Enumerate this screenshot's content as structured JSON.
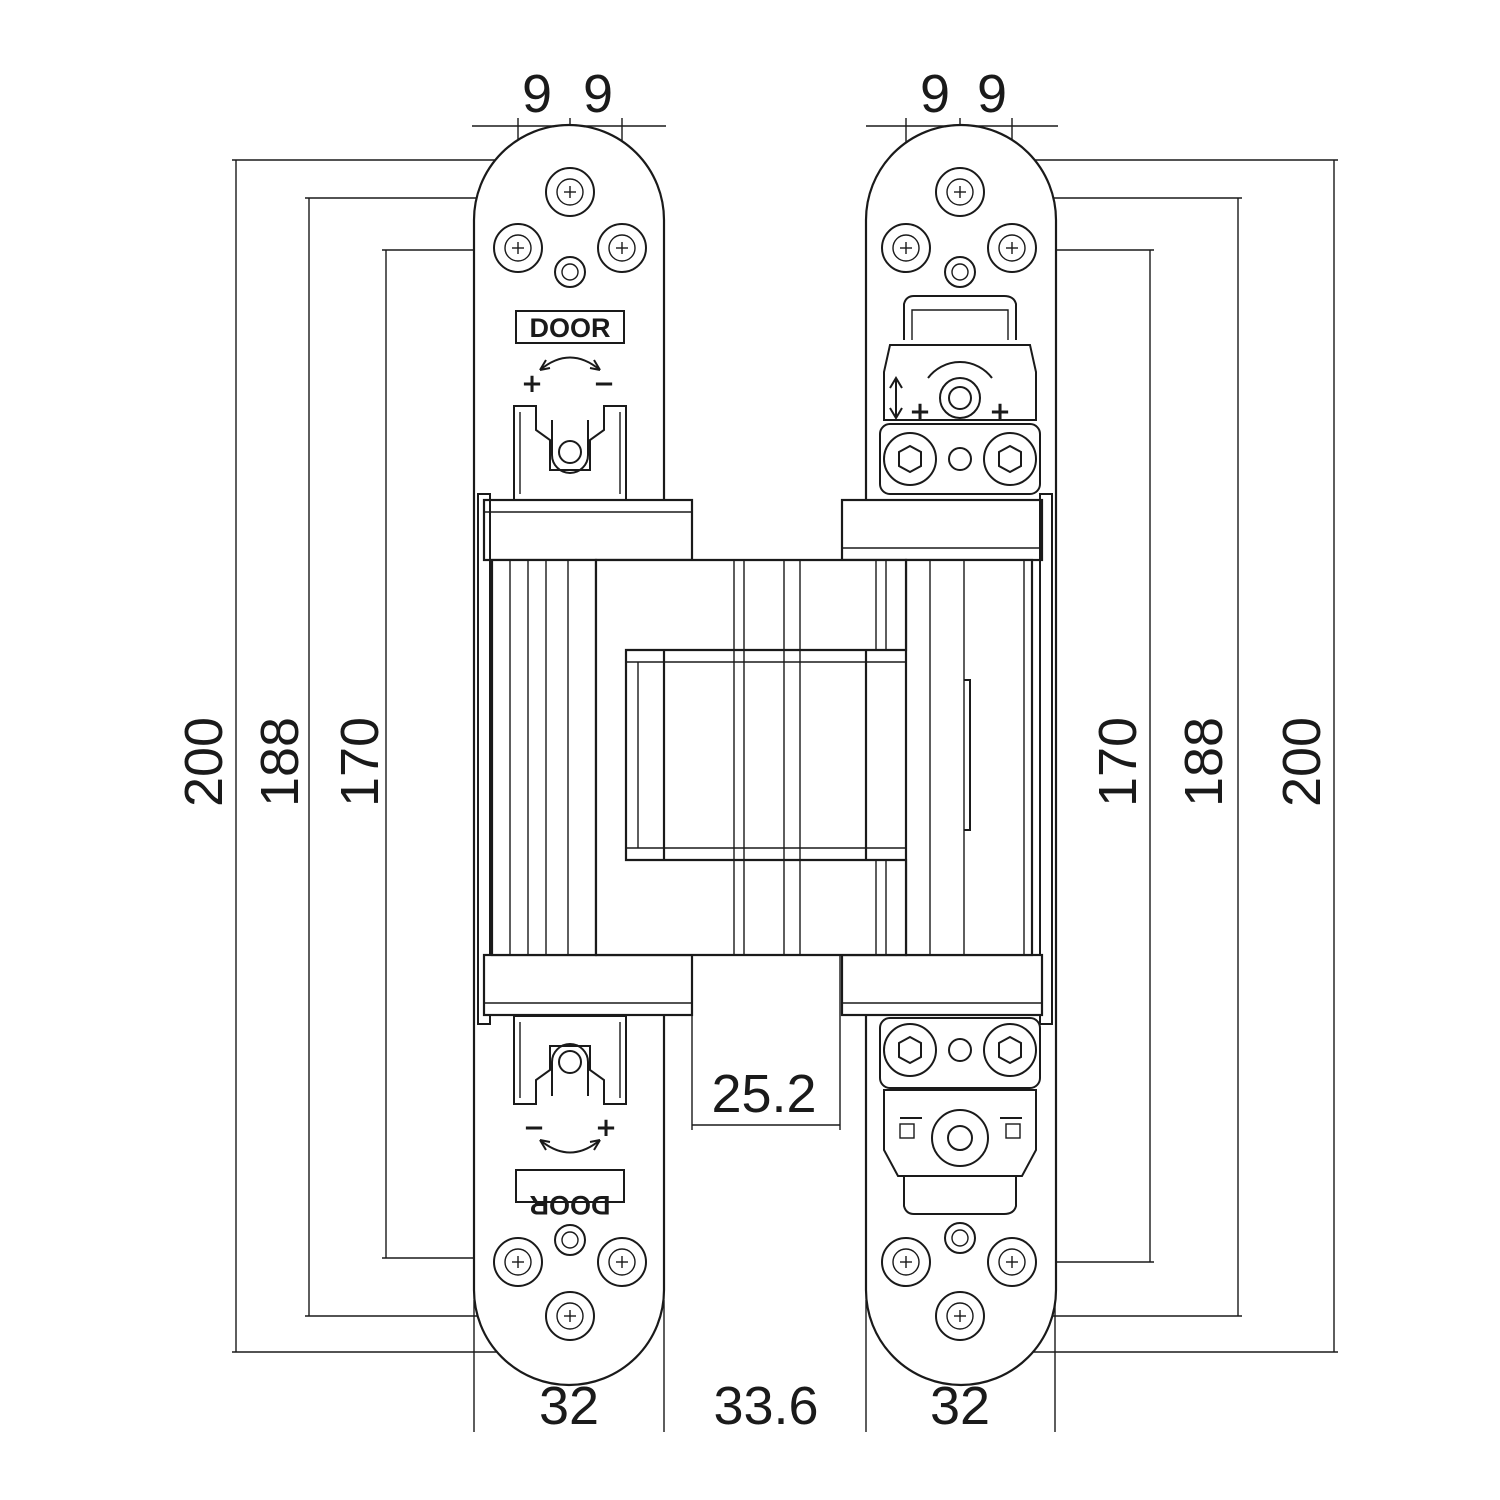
{
  "dimensions": {
    "top_spacing": [
      "9",
      "9",
      "9",
      "9"
    ],
    "left_heights": [
      "200",
      "188",
      "170"
    ],
    "right_heights": [
      "170",
      "188",
      "200"
    ],
    "center_gap": "25.2",
    "bottom_widths": [
      "32",
      "33.6",
      "32"
    ]
  },
  "labels": {
    "door_top": "DOOR",
    "door_bottom": "DOOR",
    "plus": "+",
    "minus": "−"
  },
  "colors": {
    "line": "#1a1a1a",
    "background": "#ffffff"
  },
  "icons": [
    "screw-hole-icon",
    "adjust-arrow-icon",
    "hex-screw-icon"
  ]
}
